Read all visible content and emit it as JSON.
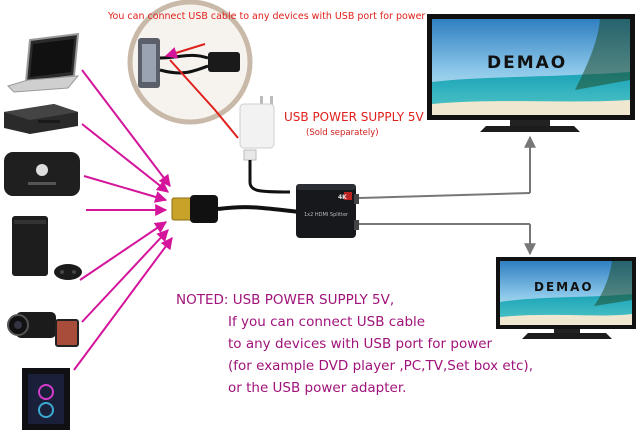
{
  "top_note": "You can connect USB cable to any devices with USB port for power",
  "power_supply": {
    "title": "USB POWER SUPPLY 5V",
    "subtitle": "(Sold separately)"
  },
  "tv_brand": "DEMAO",
  "tv_logo_small": "DEMAO",
  "splitter": {
    "label": "1x2 HDMI Splitter",
    "badge": "4K"
  },
  "note": {
    "heading": "NOTED: USB POWER SUPPLY 5V,",
    "lines": [
      "If you can connect USB cable",
      "to any devices with USB port for power",
      "(for example DVD player ,PC,TV,Set box etc),",
      "or the USB power adapter."
    ]
  },
  "colors": {
    "red_text": "#e0201c",
    "note_text": "#a0137a",
    "arrow_magenta": "#d4149b"
  }
}
